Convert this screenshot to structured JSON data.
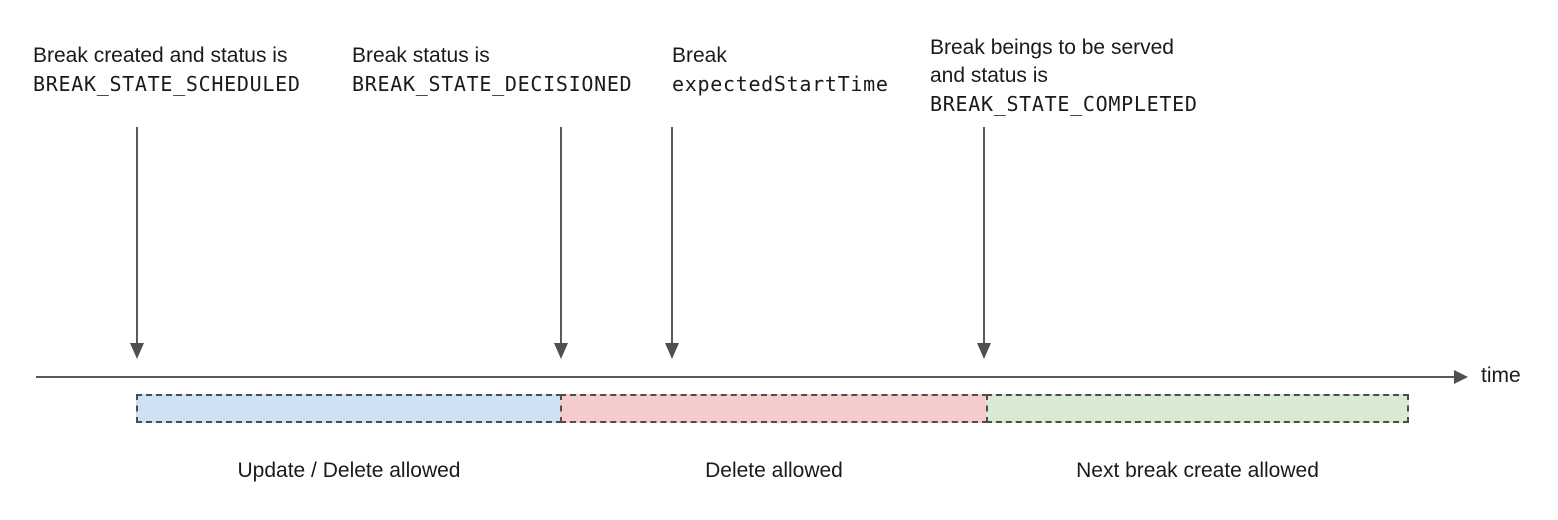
{
  "colors": {
    "segment_blue": "#cfe2f3",
    "segment_pink": "#f4cccc",
    "segment_green": "#d9ead3",
    "line_gray": "#595959",
    "dash_border": "#4d4d4d",
    "text": "#1a1a1a"
  },
  "annotations": [
    {
      "lines": [
        "Break created and status is"
      ],
      "code": "BREAK_STATE_SCHEDULED"
    },
    {
      "lines": [
        "Break status is"
      ],
      "code": "BREAK_STATE_DECISIONED"
    },
    {
      "lines": [
        "Break"
      ],
      "code": "expectedStartTime"
    },
    {
      "lines": [
        "Break beings to be served",
        "and status is"
      ],
      "code": "BREAK_STATE_COMPLETED"
    }
  ],
  "timeline": {
    "axis_label": "time"
  },
  "segments": [
    {
      "label": "Update / Delete allowed",
      "fill": "#cfe2f3"
    },
    {
      "label": "Delete allowed",
      "fill": "#f4cccc"
    },
    {
      "label": "Next break create allowed",
      "fill": "#d9ead3"
    }
  ]
}
